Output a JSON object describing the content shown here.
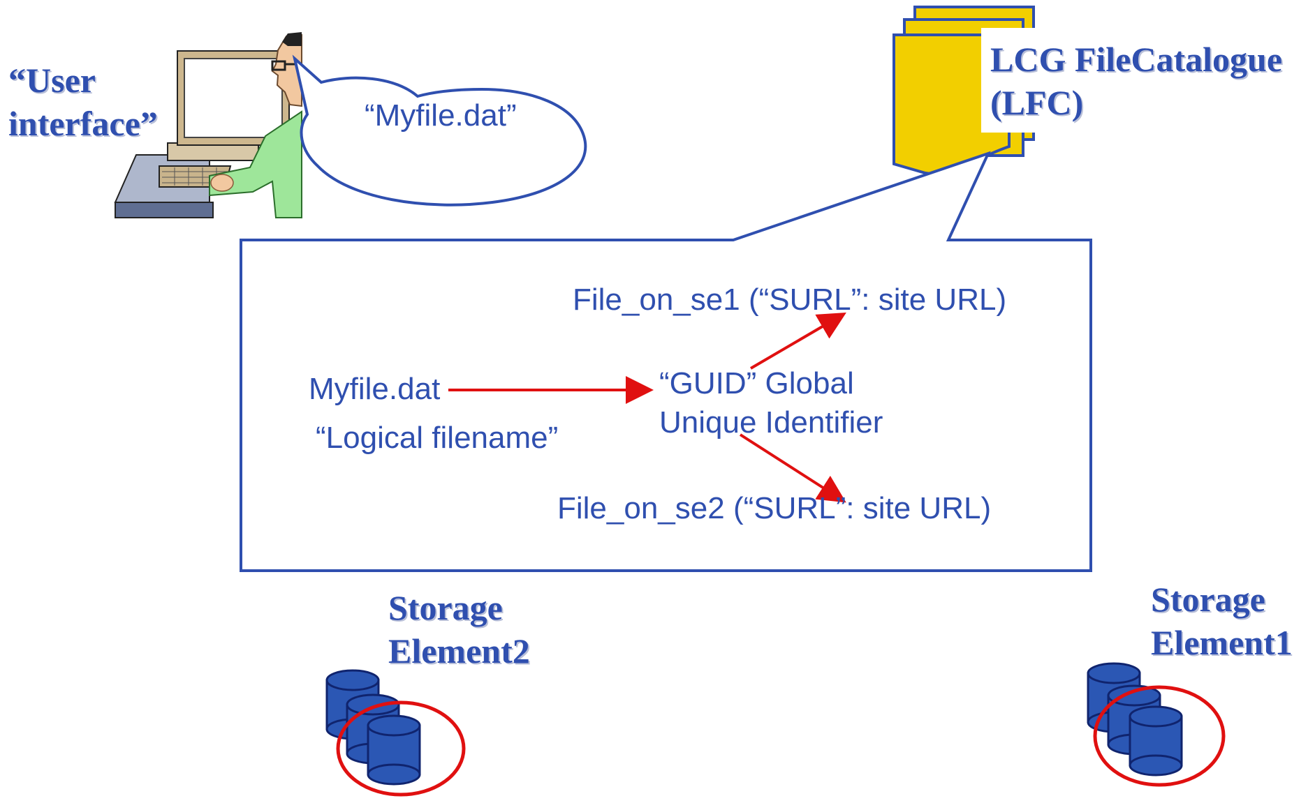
{
  "user_label": {
    "line1": "“User",
    "line2": "interface”"
  },
  "speech": {
    "text": "“Myfile.dat”"
  },
  "catalogue_label": {
    "line1": "LCG FileCatalogue",
    "line2": "(LFC)"
  },
  "box": {
    "lfn": "Myfile.dat",
    "lfn_caption": "“Logical filename”",
    "guid_line1": "“GUID” Global",
    "guid_line2": "Unique Identifier",
    "surl1": "File_on_se1 (“SURL”: site URL)",
    "surl2": "File_on_se2 (“SURL”: site URL)"
  },
  "storage2": {
    "line1": "Storage",
    "line2": "Element2"
  },
  "storage1": {
    "line1": "Storage",
    "line2": "Element1"
  },
  "colors": {
    "text": "#2f4faf",
    "arrow": "#e01010",
    "highlight": "#e01010",
    "disk": "#2b57b4",
    "folder": "#f2cf00"
  }
}
